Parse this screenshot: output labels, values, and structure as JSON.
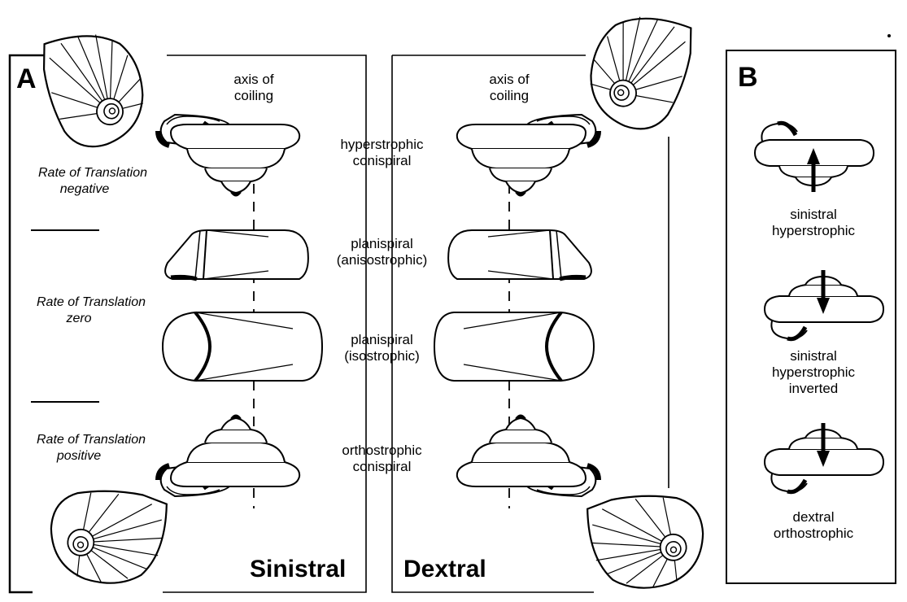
{
  "panel_a": {
    "letter": "A",
    "axis_label_left_1": "axis of",
    "axis_label_left_2": "coiling",
    "axis_label_right_1": "axis of",
    "axis_label_right_2": "coiling",
    "rows": [
      {
        "line1": "hyperstrophic",
        "line2": "conispiral"
      },
      {
        "line1": "planispiral",
        "line2": "(anisostrophic)"
      },
      {
        "line1": "planispiral",
        "line2": "(isostrophic)"
      },
      {
        "line1": "orthostrophic",
        "line2": "conispiral"
      }
    ],
    "rates": [
      {
        "line1": "Rate of Translation",
        "line2": "negative"
      },
      {
        "line1": "Rate of Translation",
        "line2": "zero"
      },
      {
        "line1": "Rate of Translation",
        "line2": "positive"
      }
    ],
    "sinistral_label": "Sinistral",
    "dextral_label": "Dextral"
  },
  "panel_b": {
    "letter": "B",
    "items": [
      {
        "lines": [
          "sinistral",
          "hyperstrophic"
        ]
      },
      {
        "lines": [
          "sinistral",
          "hyperstrophic",
          "inverted"
        ]
      },
      {
        "lines": [
          "dextral",
          "orthostrophic"
        ]
      }
    ]
  }
}
